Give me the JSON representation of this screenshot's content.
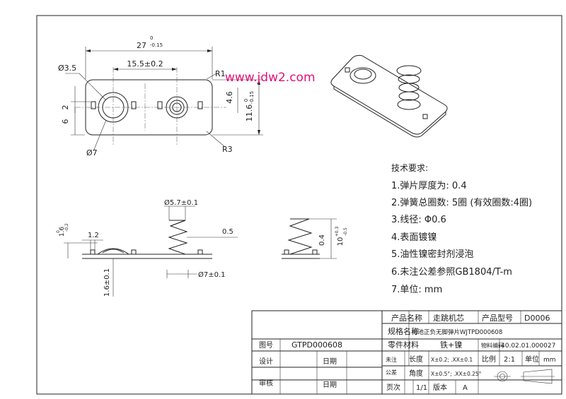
{
  "watermark": "www.jdw2.com",
  "top_view": {
    "dim_total_width": "27",
    "dim_total_width_tol_upper": "0",
    "dim_total_width_tol_lower": "-0.15",
    "dim_hole_spacing": "15.5±0.2",
    "dim_hole_dia": "Ø3.5",
    "dim_emboss_dia": "Ø7",
    "dim_corner_r1": "R1",
    "dim_corner_r3": "R3",
    "dim_v2": "2",
    "dim_v6": "6",
    "dim_v46": "4.6",
    "dim_height": "11.6",
    "dim_height_tol_upper": "0",
    "dim_height_tol_lower": "-0.15"
  },
  "side_view": {
    "dim_spring_top": "Ø5.7±0.1",
    "dim_spring_base": "Ø7±0.1",
    "dim_wire": "0.5",
    "dim_bump": "1.2",
    "dim_plate_top": "1.6",
    "dim_plate_top_tol_upper": "0",
    "dim_plate_top_tol_lower": "-0.2",
    "dim_plate_total": "1.6±0.1"
  },
  "spring_view": {
    "dim_pitch": "0.4",
    "dim_free_length": "10",
    "dim_free_length_tol_upper": "+0.3",
    "dim_free_length_tol_lower": "-0.5"
  },
  "tech_requirements": {
    "heading": "技术要求:",
    "items": [
      "1.弹片厚度为: 0.4",
      "2.弹簧总圈数: 5圈 (有效圈数:4圈)",
      "3.线径: Φ0.6",
      "4.表面镀镍",
      "5.油性镍密封剂浸泡",
      "6.未注公差参照GB1804/T-m",
      "7.单位: mm"
    ]
  },
  "title_block": {
    "product_name_label": "产品名称",
    "product_name_value": "走跳机芯",
    "product_model_label": "产品型号",
    "product_model_value": "D0006",
    "spec_label": "规格名称",
    "spec_value": "电池正负无脚弹片WJTPD000608",
    "part_material_label": "零件材料",
    "part_material_value": "铁+镍",
    "material_code_label": "物料编码",
    "material_code_value": "40.02.01.000027",
    "drawing_no_label": "图号",
    "drawing_no_value": "GTPD000608",
    "design_label": "设计",
    "check_label": "审核",
    "date_label_1": "日期",
    "date_label_2": "日期",
    "untoleranced_label": "未注",
    "tolerance_label": "公差",
    "length_label": "长度",
    "length_tol": "X±0.2; .XX±0.1",
    "angle_label": "角度",
    "angle_tol": "X±0.5°; .XX±0.25°",
    "scale_label": "比例",
    "scale_value": "2:1",
    "unit_label": "单位",
    "unit_value": "mm",
    "page_label": "页次",
    "page_value": "1/1",
    "version_label": "版本",
    "version_value": "A"
  }
}
